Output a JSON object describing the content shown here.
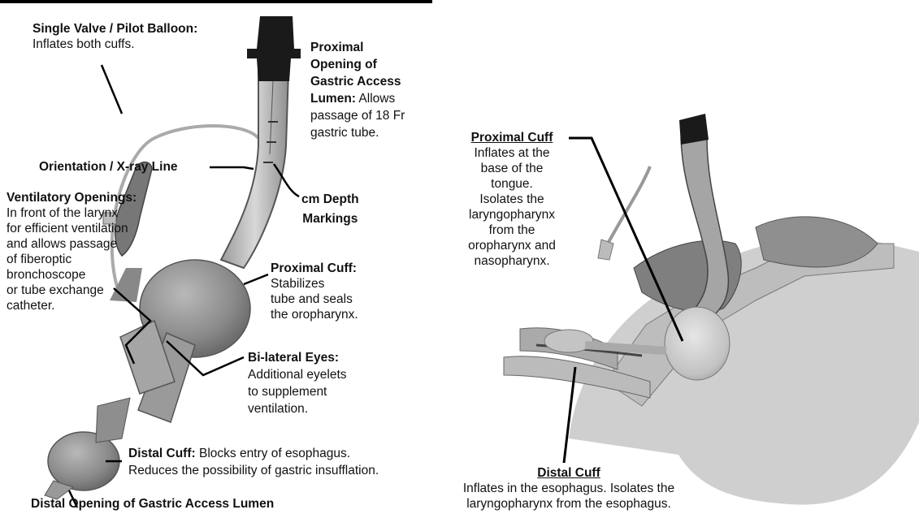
{
  "left": {
    "valve": {
      "title": "Single Valve / Pilot Balloon:",
      "desc": "Inflates both cuffs."
    },
    "orientation": {
      "title": "Orientation / X-ray Line"
    },
    "ventilatory": {
      "title": "Ventilatory Openings:",
      "lines": [
        "In front of the larynx",
        "for efficient ventilation",
        "and allows passage",
        "of fiberoptic",
        "bronchoscope",
        "or tube exchange",
        "catheter."
      ]
    },
    "proximal_opening": {
      "lines": [
        "Proximal",
        "Opening of",
        "Gastric Access"
      ],
      "bold_last": "Lumen:",
      "rest": [
        "Allows",
        "passage of 18 Fr",
        "gastric tube."
      ]
    },
    "depth": {
      "lines": [
        "cm Depth",
        "Markings"
      ]
    },
    "proximal_cuff": {
      "title": "Proximal Cuff:",
      "lines": [
        "Stabilizes",
        "tube and seals",
        "the oropharynx."
      ]
    },
    "eyes": {
      "title": "Bi-lateral Eyes:",
      "lines": [
        "Additional eyelets",
        "to supplement",
        "ventilation."
      ]
    },
    "distal_cuff": {
      "title": "Distal Cuff:",
      "desc1": "Blocks entry of esophagus.",
      "desc2": "Reduces the possibility of gastric insufflation."
    },
    "distal_opening": {
      "title": "Distal Opening of Gastric Access Lumen"
    }
  },
  "right": {
    "proximal_cuff": {
      "title": "Proximal Cuff",
      "lines": [
        "Inflates at the",
        "base of the",
        "tongue.",
        "Isolates the",
        "laryngopharynx",
        "from the",
        "oropharynx and",
        "nasopharynx."
      ]
    },
    "distal_cuff": {
      "title": "Distal Cuff",
      "lines": [
        "Inflates in the esophagus.  Isolates the",
        "laryngopharynx from the esophagus."
      ]
    }
  }
}
